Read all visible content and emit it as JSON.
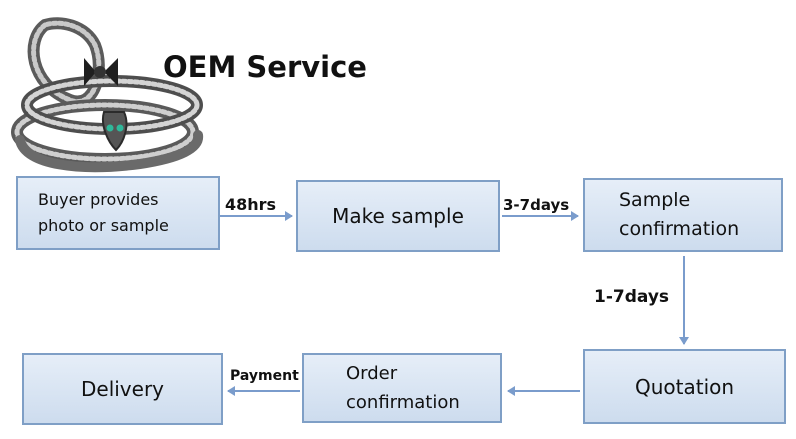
{
  "title": "OEM Service",
  "steps": [
    {
      "lines": [
        "Buyer provides",
        "photo or sample"
      ]
    },
    {
      "lines": [
        "Make sample"
      ]
    },
    {
      "lines": [
        "Sample",
        "confirmation"
      ]
    },
    {
      "lines": [
        "Quotation"
      ]
    },
    {
      "lines": [
        "Order",
        "confirmation"
      ]
    },
    {
      "lines": [
        "Delivery"
      ]
    }
  ],
  "connectors": [
    {
      "label": "48hrs"
    },
    {
      "label": "3-7days"
    },
    {
      "label": "1-7days"
    },
    {
      "label": ""
    },
    {
      "label": "Payment"
    }
  ],
  "colors": {
    "box_fill_top": "#e6eef8",
    "box_fill_bottom": "#cddcee",
    "box_border": "#7f9fc6",
    "arrow": "#7a9ccc",
    "text": "#111111"
  },
  "illustration": "snake-bracelet-jewelry-icon"
}
